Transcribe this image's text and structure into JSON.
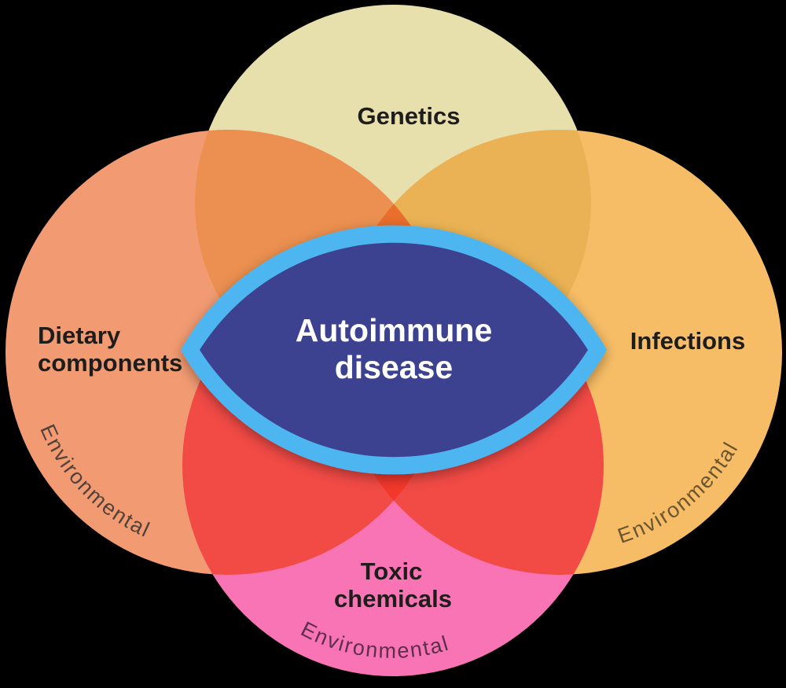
{
  "background": "#000000",
  "diagram_title": "Autoimmune disease causes Venn diagram",
  "center": {
    "label_lines": [
      "Autoimmune",
      "disease"
    ],
    "fill": "#3d4390",
    "border": "#4eb5ef",
    "text_color": "#ffffff"
  },
  "circles": [
    {
      "id": "genetics",
      "label": "Genetics",
      "fill": "#e7e0ad",
      "label_color": "#1f1d1b"
    },
    {
      "id": "dietary-components",
      "label": "Dietary components",
      "label_lines": [
        "Dietary",
        "components"
      ],
      "fill": "#f29b72",
      "label_color": "#1f1d1b",
      "sublabel": "Environmental",
      "sublabel_color": "#52413a"
    },
    {
      "id": "infections",
      "label": "Infections",
      "fill": "#f7bd66",
      "label_color": "#1f1d1b",
      "sublabel": "Environmental",
      "sublabel_color": "#6b5530"
    },
    {
      "id": "toxic-chemicals",
      "label": "Toxic chemicals",
      "label_lines": [
        "Toxic",
        "chemicals"
      ],
      "fill": "#f974b4",
      "label_color": "#1f1d1b",
      "sublabel": "Environmental",
      "sublabel_color": "#5c2f4b"
    }
  ],
  "overlaps": {
    "genetics_dietary": "#eb9050",
    "genetics_infections": "#eab254",
    "dietary_infections": "#ea6e2c",
    "dietary_toxic": "#f24a45",
    "infections_toxic": "#f24a45",
    "dietary_infections_toxic": "#f3382b"
  }
}
